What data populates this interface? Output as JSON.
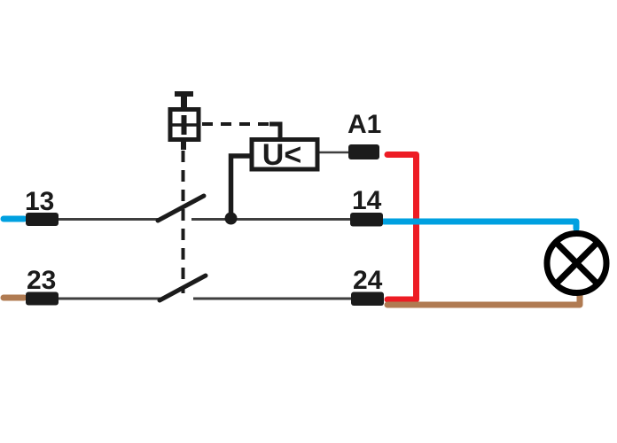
{
  "diagram": {
    "labels": {
      "terminal_13": "13",
      "terminal_23": "23",
      "terminal_14": "14",
      "terminal_24": "24",
      "coil_a1": "A1",
      "undervoltage_relay": "U<"
    },
    "colors": {
      "wire_blue": "#00A0E0",
      "wire_red": "#ED1C24",
      "wire_brown": "#B07B52",
      "line_black": "#1B1B1B",
      "line_thin": "#3F3F3F"
    }
  }
}
